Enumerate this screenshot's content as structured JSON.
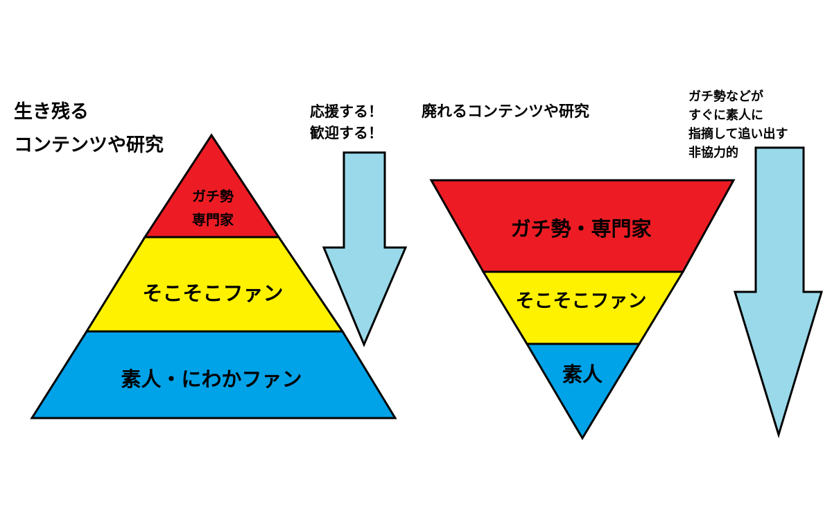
{
  "left": {
    "title_lines": [
      "生き残る",
      "コンテンツや研究"
    ],
    "note_lines": [
      "応援する！",
      "歓迎する！"
    ],
    "tiers": [
      {
        "lines": [
          "ガチ勢",
          "専門家"
        ],
        "color": "#ed1c24"
      },
      {
        "lines": [
          "そこそこファン"
        ],
        "color": "#fff200"
      },
      {
        "lines": [
          "素人・にわかファン"
        ],
        "color": "#00a2e8"
      }
    ],
    "arrow_color": "#99d9ea"
  },
  "right": {
    "title_lines": [
      "廃れるコンテンツや研究"
    ],
    "note_lines": [
      "ガチ勢などが",
      "すぐに素人に",
      "指摘して追い出す",
      "非協力的"
    ],
    "tiers": [
      {
        "lines": [
          "ガチ勢・専門家"
        ],
        "color": "#ed1c24"
      },
      {
        "lines": [
          "そこそこファン"
        ],
        "color": "#fff200"
      },
      {
        "lines": [
          "素人"
        ],
        "color": "#00a2e8"
      }
    ],
    "arrow_color": "#99d9ea"
  }
}
